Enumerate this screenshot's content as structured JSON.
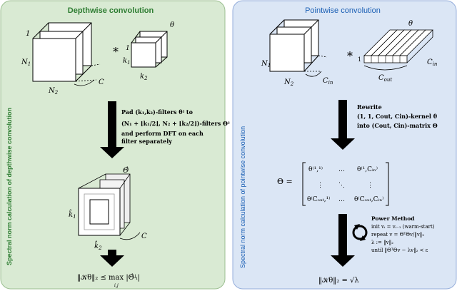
{
  "left_panel": {
    "title": "Depthwise convolution",
    "side_label": "Spectral norm calculation of depthwise convolution",
    "input_tensor": {
      "dim_a": "1",
      "dim_b": "N",
      "dim_b_sub": "1",
      "dim_c": "N",
      "dim_c_sub": "2",
      "channels": "C"
    },
    "operator": "*",
    "filter_tensor": {
      "param": "θ",
      "dim_a": "1",
      "dim_b": "k",
      "dim_b_sub": "1",
      "dim_c": "k",
      "dim_c_sub": "2"
    },
    "step_text": {
      "line1": "Pad (k₁,k₂)-filters θʲ to",
      "line2": "(N₁ + ⌊k₁/2⌋, N₂ + ⌊k₂/2⌋)-filters Θʲ",
      "line3": "and perform DFT on each",
      "line4": "filter separately"
    },
    "padded_tensor": {
      "param": "Θ̂",
      "dim_b": "k̂",
      "dim_b_sub": "1",
      "dim_c": "k̂",
      "dim_c_sub": "2",
      "channels": "C"
    },
    "result": "‖𝒦θ‖₂ ≤ max |Θ̂ʲᵢ|",
    "result_sub": "i,j"
  },
  "right_panel": {
    "title": "Pointwise convolution",
    "side_label": "Spectral norm calculation of pointwise convolution",
    "input_tensor": {
      "dim_b": "N",
      "dim_b_sub": "1",
      "dim_c": "N",
      "dim_c_sub": "2",
      "channels": "C",
      "channels_sub": "in"
    },
    "operator": "*",
    "filter_tensor": {
      "param": "θ",
      "dim_one": "1",
      "cout": "C",
      "cout_sub": "out",
      "cin": "C",
      "cin_sub": "in"
    },
    "step_text": {
      "line1": "Rewrite",
      "line2": "(1, 1, Cout, Cin)-kernel θ",
      "line3": "into (Cout, Cin)-matrix Θ"
    },
    "matrix": {
      "lhs": "Θ =",
      "top_left": "θ⁽¹,¹⁾",
      "top_mid": "…",
      "top_right": "θ⁽¹,Cᵢₙ⁾",
      "mid_left": "⋮",
      "mid_mid": "⋱",
      "mid_right": "⋮",
      "bot_left": "θ⁽Cₒᵤₜ,¹⁾",
      "bot_mid": "…",
      "bot_right": "θ⁽Cₒᵤₜ,Cᵢₙ⁾"
    },
    "power_method": {
      "title": "Power Method",
      "line1": "init vᵢ = vᵢ₋₁ (warm-start)",
      "line2": "repeat v = ΘᵀΘv/‖v‖₂",
      "line3": "λ := ‖v‖₂",
      "line4": "until ‖ΘᵀΘv − λv‖₂ < ε"
    },
    "result": "‖𝒦θ‖₂ = √λ"
  }
}
